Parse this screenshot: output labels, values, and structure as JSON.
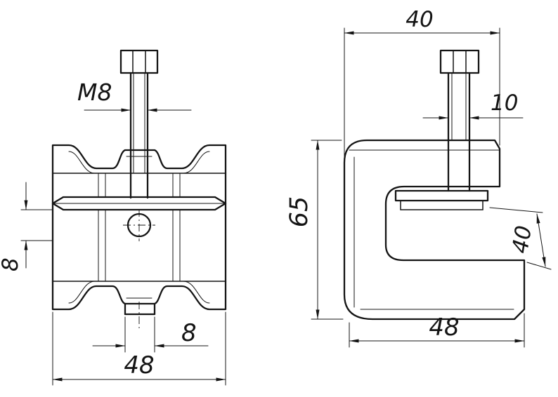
{
  "drawing": {
    "type": "technical-drawing",
    "line_color": "#141414",
    "background": "#ffffff",
    "front_view": {
      "dims": {
        "thread": "M8",
        "pad_to_hole": "8",
        "tab_width": "8",
        "overall_width": "48"
      }
    },
    "side_view": {
      "dims": {
        "top_width": "40",
        "rod_diameter": "10",
        "overall_height": "65",
        "jaw_opening": "40",
        "base_width": "48"
      }
    }
  }
}
